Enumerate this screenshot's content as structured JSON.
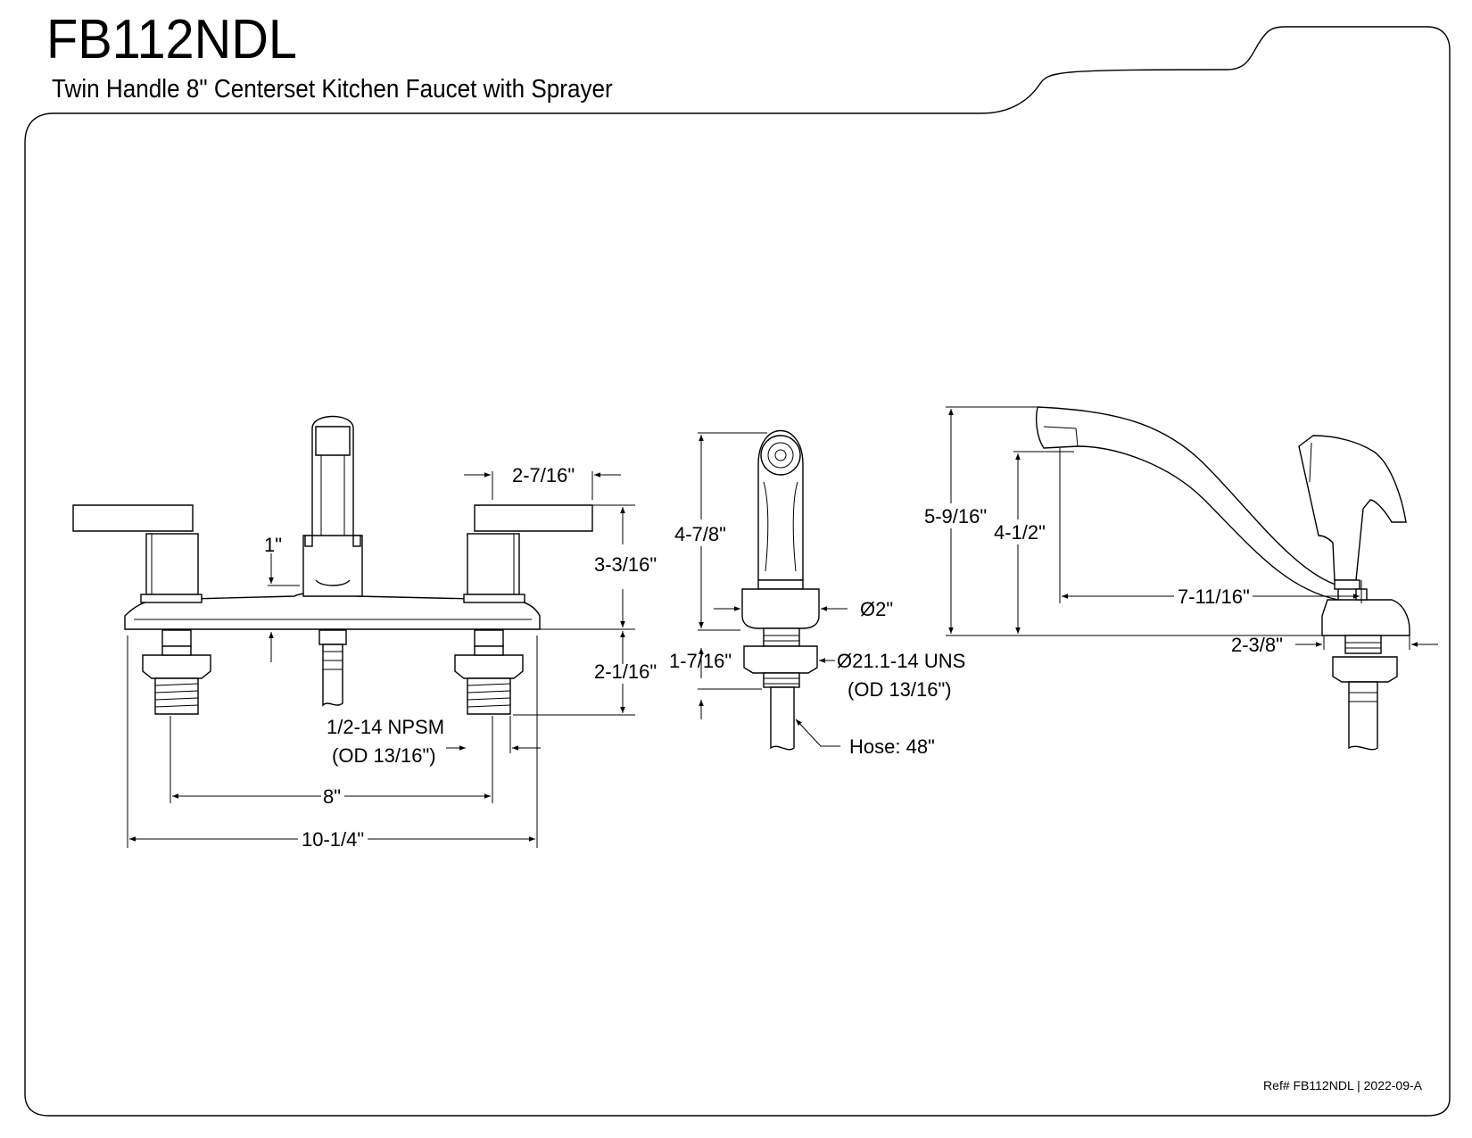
{
  "header": {
    "model": "FB112NDL",
    "description": "Twin Handle 8\" Centerset Kitchen Faucet with Sprayer"
  },
  "footer": {
    "ref": "Ref# FB112NDL | 2022-09-A"
  },
  "dimensions": {
    "handle_width": "2-7/16\"",
    "spout_base_offset": "1\"",
    "handle_height": "3-3/16\"",
    "shank_length": "2-1/16\"",
    "shank_thread": "1/2-14 NPSM",
    "shank_od": "(OD 13/16\")",
    "centers": "8\"",
    "overall_width": "10-1/4\"",
    "sprayer_height": "4-7/8\"",
    "sprayer_base_diameter": "Ø2\"",
    "sprayer_shank_length": "1-7/16\"",
    "sprayer_thread": "Ø21.1-14 UNS",
    "sprayer_od": "(OD 13/16\")",
    "hose_length": "Hose: 48\"",
    "overall_height": "5-9/16\"",
    "spout_clearance": "4-1/2\"",
    "spout_reach": "7-11/16\"",
    "base_depth": "2-3/8\""
  },
  "colors": {
    "line": "#000000",
    "background": "#ffffff"
  }
}
